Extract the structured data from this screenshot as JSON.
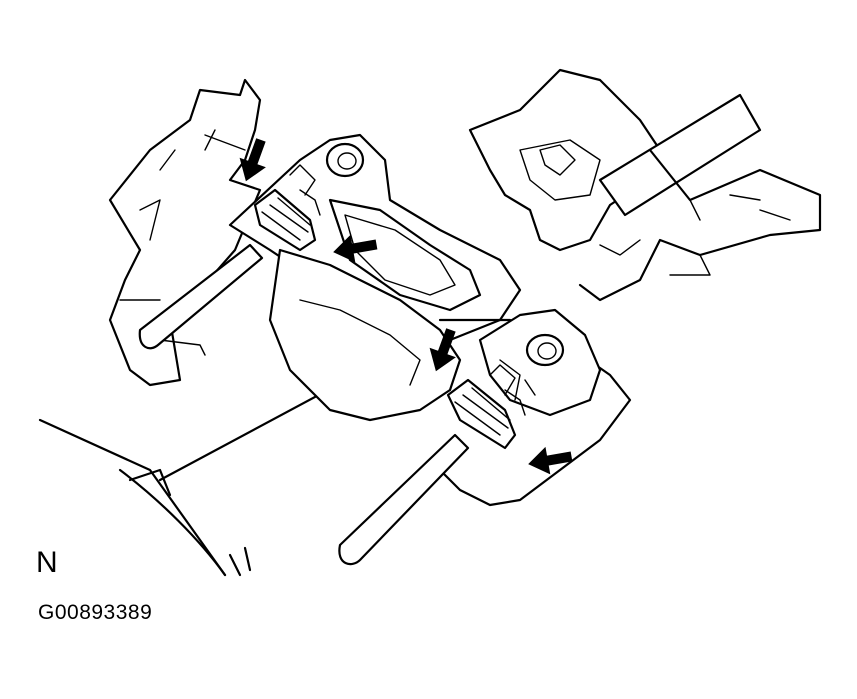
{
  "diagram": {
    "view_label": "N",
    "figure_id": "G00893389",
    "arrow_count": 4
  },
  "colors": {
    "line": "#000000",
    "background": "#ffffff"
  },
  "icons": [
    "down-arrow-icon",
    "left-arrow-icon"
  ]
}
